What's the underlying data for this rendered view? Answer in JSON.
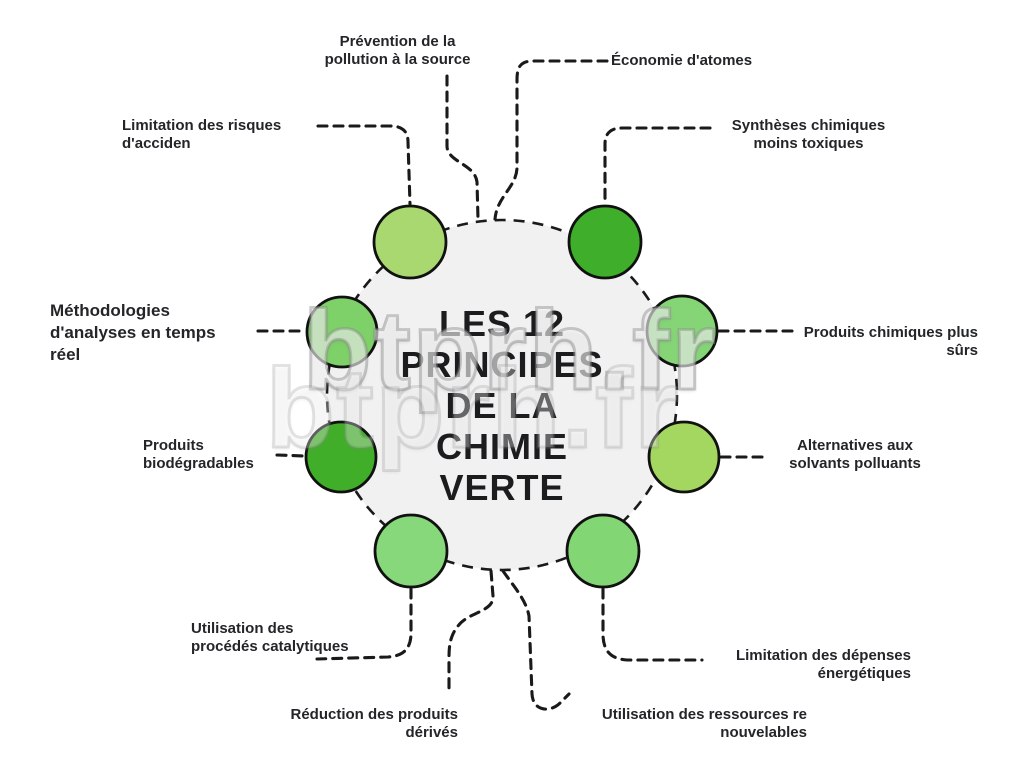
{
  "title": {
    "text": "LES 12\nPRINCIPES\nDE LA\nCHIMIE\nVERTE"
  },
  "watermark": {
    "text": "btprh.fr"
  },
  "labels": {
    "prevention": "Prévention de la\npollution à la source",
    "economie": "Économie d'atomes",
    "risques": "Limitation des risques\nd'acciden",
    "syntheses": "Synthèses chimiques\nmoins toxiques",
    "methodologies": "Méthodologies\nd'analyses en temps\nréel",
    "produits_chimiques": "Produits chimiques plus\nsûrs",
    "biodegradables": "Produits\nbiodégradables",
    "alternatives": "Alternatives aux\nsolvants polluants",
    "catalytiques": "Utilisation des\nprocédés catalytiques",
    "depenses": "Limitation des dépenses\nénergétiques",
    "reduction": "Réduction des produits\ndérivés",
    "ressources": "Utilisation des ressources re\nnouvelables"
  },
  "circles": {
    "center": {
      "name": "cercle-central",
      "color": "#f2f1f1"
    },
    "c1": {
      "name": "limitation-risques",
      "color": "#a8d86f"
    },
    "c2": {
      "name": "syntheses-moins-toxiques",
      "color": "#3fae2b"
    },
    "c3": {
      "name": "methodologies-analyses",
      "color": "#7ed068"
    },
    "c4": {
      "name": "produits-chimiques-surs",
      "color": "#85d577"
    },
    "c5": {
      "name": "produits-biodegradables",
      "color": "#41ae29"
    },
    "c6": {
      "name": "alternatives-solvants",
      "color": "#a4d75f"
    },
    "c7": {
      "name": "procedes-catalytiques",
      "color": "#87d87a"
    },
    "c8": {
      "name": "depenses-energetiques",
      "color": "#82d674"
    }
  },
  "colors": {
    "background": "#ffffff",
    "text": "#232529",
    "line": "#1a1a1a",
    "circle_stroke": "#111111"
  }
}
